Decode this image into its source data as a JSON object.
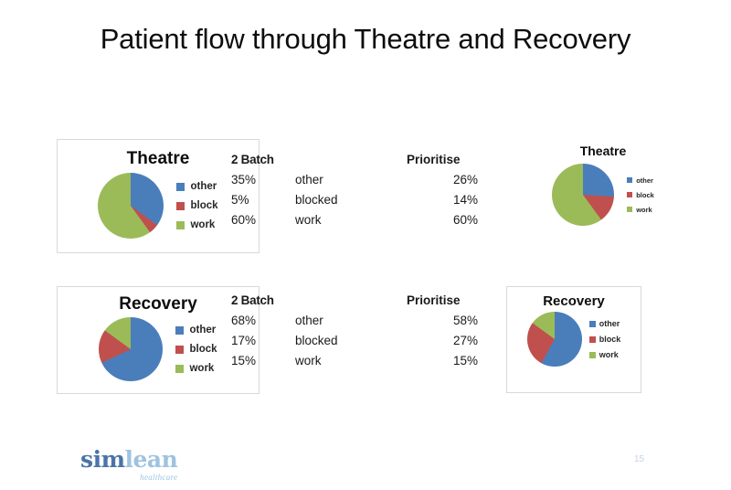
{
  "slide": {
    "title": "Patient flow through Theatre and Recovery",
    "page_number": "15"
  },
  "colors": {
    "other": "#4a7ebb",
    "block": "#c0504d",
    "work": "#9bbb59",
    "card_border": "#d9d9d9",
    "logo_dark": "#4a74a8",
    "logo_light": "#9dc3e0"
  },
  "charts": {
    "theatre_batch": {
      "title": "Theatre",
      "legend": [
        {
          "label": "other",
          "color": "#4a7ebb"
        },
        {
          "label": "block",
          "color": "#c0504d"
        },
        {
          "label": "work",
          "color": "#9bbb59"
        }
      ]
    },
    "theatre_prioritise": {
      "title": "Theatre",
      "legend": [
        {
          "label": "other",
          "color": "#4a7ebb"
        },
        {
          "label": "block",
          "color": "#c0504d"
        },
        {
          "label": "work",
          "color": "#9bbb59"
        }
      ]
    },
    "recovery_batch": {
      "title": "Recovery",
      "legend": [
        {
          "label": "other",
          "color": "#4a7ebb"
        },
        {
          "label": "block",
          "color": "#c0504d"
        },
        {
          "label": "work",
          "color": "#9bbb59"
        }
      ]
    },
    "recovery_prioritise": {
      "title": "Recovery",
      "legend": [
        {
          "label": "other",
          "color": "#4a7ebb"
        },
        {
          "label": "block",
          "color": "#c0504d"
        },
        {
          "label": "work",
          "color": "#9bbb59"
        }
      ]
    }
  },
  "tables": {
    "theatre": {
      "header": {
        "left": "2 Batch",
        "mid": "",
        "right": "Prioritise"
      },
      "rows": [
        {
          "left": "35%",
          "mid": "other",
          "right": "26%"
        },
        {
          "left": "5%",
          "mid": "blocked",
          "right": "14%"
        },
        {
          "left": "60%",
          "mid": "work",
          "right": "60%"
        }
      ]
    },
    "recovery": {
      "header": {
        "left": "2 Batch",
        "mid": "",
        "right": "Prioritise"
      },
      "rows": [
        {
          "left": "68%",
          "mid": "other",
          "right": "58%"
        },
        {
          "left": "17%",
          "mid": "blocked",
          "right": "27%"
        },
        {
          "left": "15%",
          "mid": "work",
          "right": "15%"
        }
      ]
    }
  },
  "logo": {
    "part1": "sim",
    "part2": "lean",
    "subtitle": "healthcare"
  },
  "chart_data": [
    {
      "type": "pie",
      "title": "Theatre",
      "scenario": "2 Batch",
      "categories": [
        "other",
        "block",
        "work"
      ],
      "values": [
        35,
        5,
        60
      ],
      "unit": "%",
      "colors": [
        "#4a7ebb",
        "#c0504d",
        "#9bbb59"
      ],
      "legend_position": "right"
    },
    {
      "type": "pie",
      "title": "Theatre",
      "scenario": "Prioritise",
      "categories": [
        "other",
        "block",
        "work"
      ],
      "values": [
        26,
        14,
        60
      ],
      "unit": "%",
      "colors": [
        "#4a7ebb",
        "#c0504d",
        "#9bbb59"
      ],
      "legend_position": "right"
    },
    {
      "type": "pie",
      "title": "Recovery",
      "scenario": "2 Batch",
      "categories": [
        "other",
        "block",
        "work"
      ],
      "values": [
        68,
        17,
        15
      ],
      "unit": "%",
      "colors": [
        "#4a7ebb",
        "#c0504d",
        "#9bbb59"
      ],
      "legend_position": "right"
    },
    {
      "type": "pie",
      "title": "Recovery",
      "scenario": "Prioritise",
      "categories": [
        "other",
        "block",
        "work"
      ],
      "values": [
        58,
        27,
        15
      ],
      "unit": "%",
      "colors": [
        "#4a7ebb",
        "#c0504d",
        "#9bbb59"
      ],
      "legend_position": "right"
    }
  ]
}
